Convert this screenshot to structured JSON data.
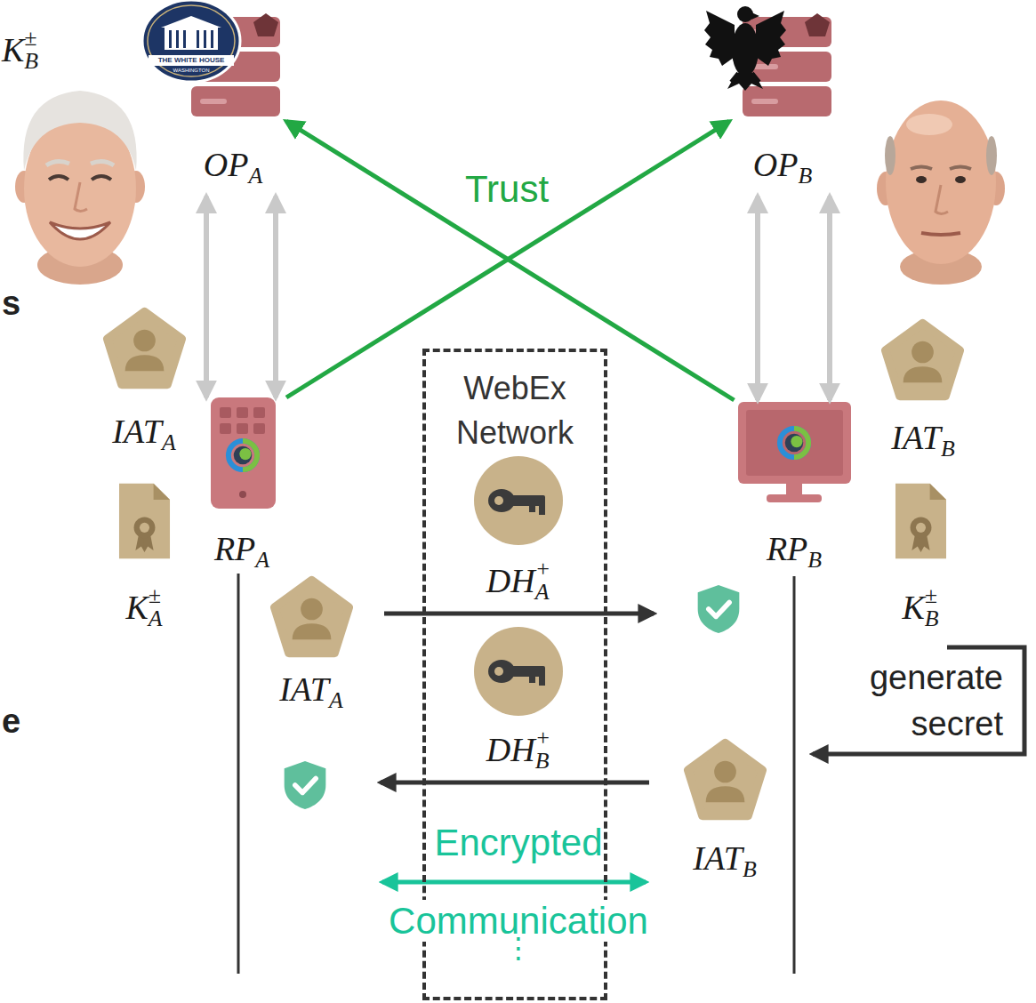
{
  "diagram": {
    "nodes": [
      {
        "text": [
          "OPA"
        ]
      },
      {
        "text": [
          "OPB"
        ]
      },
      {
        "text": [
          "IATA"
        ]
      },
      {
        "text": [
          "RPA"
        ]
      },
      {
        "text": [
          "RPB"
        ]
      },
      {
        "text": [
          "IATB"
        ]
      },
      {
        "text": [
          "K±A"
        ]
      },
      {
        "text": [
          "K±B"
        ]
      },
      {
        "text": [
          "WebEx Network"
        ]
      },
      {
        "text": [
          "DH+A"
        ],
        "in": 8
      },
      {
        "text": [
          "IATA"
        ]
      },
      {
        "text": [
          "DH+B"
        ],
        "in": 8
      },
      {
        "text": [
          "IATB"
        ]
      }
    ],
    "edges": [
      {
        "from": 3,
        "to": 1,
        "arrow": "to"
      },
      {
        "from": 4,
        "to": 0,
        "arrow": "to"
      },
      {
        "from": 0,
        "to": 3,
        "arrow": "both"
      },
      {
        "from": 0,
        "to": 3,
        "arrow": "both"
      },
      {
        "from": 1,
        "to": 4,
        "arrow": "both"
      },
      {
        "from": 1,
        "to": 4,
        "arrow": "both"
      }
    ],
    "labels": [
      "THE WHITE HOUSE",
      "WASHINGTON",
      "K±B",
      "s",
      "e",
      "Trust",
      "generate secret",
      "Encrypted Communication",
      "⋮"
    ]
  }
}
